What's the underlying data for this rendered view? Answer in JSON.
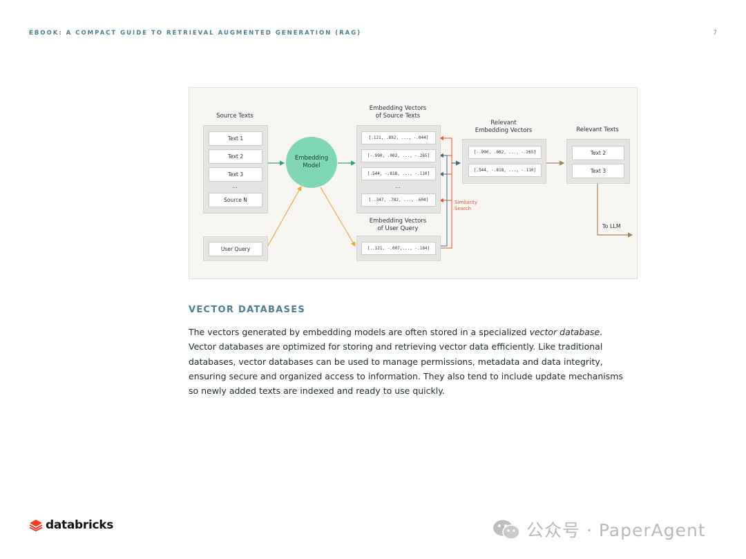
{
  "header": {
    "running_title": "EBOOK: A COMPACT GUIDE TO RETRIEVAL AUGMENTED GENERATION (RAG)",
    "page_number": "7"
  },
  "diagram": {
    "source_texts": {
      "title": "Source Texts",
      "items": [
        "Text 1",
        "Text 2",
        "Text 3",
        "...",
        "Source N"
      ]
    },
    "embedding_model": {
      "label_line1": "Embedding",
      "label_line2": "Model"
    },
    "source_vectors": {
      "title_line1": "Embedding Vectors",
      "title_line2": "of Source Texts",
      "items": [
        "[.121, .892, ..., -.044]",
        "[-.990, .002, ..., -.265]",
        "[.544, -.818, ..., -.110]",
        "...",
        "[..347, .782, ..., .604]"
      ]
    },
    "query_vectors": {
      "title_line1": "Embedding Vectors",
      "title_line2": "of User Query",
      "items": [
        "[..121, -.007,..., -.184]"
      ]
    },
    "user_query": {
      "label": "User Query"
    },
    "similarity_search": {
      "label_line1": "Similarity",
      "label_line2": "Search"
    },
    "relevant_vectors": {
      "title_line1": "Relevant",
      "title_line2": "Embedding Vectors",
      "items": [
        "[-.990, .002, ..., -.265]",
        "[.544, -.818, ..., -.110]"
      ]
    },
    "relevant_texts": {
      "title": "Relevant Texts",
      "items": [
        "Text 2",
        "Text 3"
      ]
    },
    "to_llm": "To LLM",
    "colors": {
      "model_fill": "#7fd7b4",
      "flow_green": "#27a77f",
      "query_orange": "#e6a93a",
      "similarity_red": "#e0552f",
      "similarity_teal": "#3e6f82",
      "output_brown": "#a7855a"
    }
  },
  "section": {
    "heading": "VECTOR DATABASES",
    "paragraph_before": "The vectors generated by embedding models are often stored in a specialized ",
    "paragraph_emphasis": "vector database",
    "paragraph_after": ". Vector databases are optimized for storing and retrieving vector data efficiently. Like traditional databases, vector databases can be used to manage permissions, metadata and data integrity, ensuring secure and organized access to information. They also tend to include update mechanisms so newly added texts are indexed and ready to use quickly."
  },
  "footer": {
    "brand": "databricks",
    "brand_icon": "databricks-logo-icon",
    "watermark": "公众号 · PaperAgent",
    "watermark_icon": "wechat-icon"
  }
}
